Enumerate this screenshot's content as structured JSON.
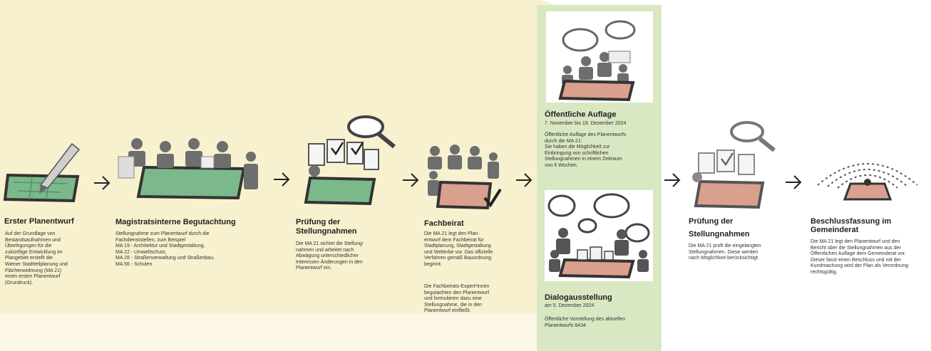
{
  "steps": [
    {
      "title": "Erster Planentwurf",
      "text": "Auf der Grundlage von\nBestandsaufnahmen und\nÜberlegungen für die\nzukünftige Entwicklung im\nPlangebiet erstellt die\nWiener Stadtteilplanung und\nFlächenwidmung (MA 21)\neinen ersten Planentwurf\n(Grundruck)."
    },
    {
      "title": "Magistratsinterne Begutachtung",
      "text": "Stellungnahme zum Planentwurf durch die\nFachdienststellen, zum Beispiel\nMA 19 - Architektur und Stadtgestaltung,\nMA 22 - Umweltschutz,\nMA 28 - Straßenverwaltung und Straßenbau,\nMA 56 - Schulen"
    },
    {
      "title_line1": "Prüfung der",
      "title_line2": "Stellungnahmen",
      "text": "Die MA 21 sichtet die Stellung-\nnahmen und arbeitet nach\nAbwägung unterschiedlicher\nInteressen Änderungen in den\nPlanentwurf ein."
    },
    {
      "title": "Fachbeirat",
      "text": "Die MA 21 legt den Plan-\nentwurf dem Fachbeirat für\nStadtplanung, Stadtgestaltung\nund Welterbe vor. Das offizielle\nVerfahren gemäß Bauordnung\nbeginnt.",
      "text2": "Die Fachbeirats-Expert*innen\nbegutachten den Planentwurf\nund formulieren dazu eine\nStellungnahme, die in den\nPlanentwurf einfließt."
    },
    {
      "title": "Öffentliche Auflage",
      "date": "7. November bis 19. Dezember 2024",
      "text": "Öffentliche Auflage des Planentwurfs\ndurch die MA 21:\nSie haben die Möglichkeit zur\nEinbringung von schriftlichen\nStellungnahmen in einem Zeitraum\nvon 6 Wochen."
    },
    {
      "title": "Dialogausstellung",
      "date": "am 5. Dezember 2024",
      "text": "Öffentliche Vorstellung des aktuellen\nPlanentwurfs 8434"
    },
    {
      "title_line1": "Prüfung der",
      "title_line2": "Stellungnahmen",
      "text": "Die MA 21 prüft die eingelangten\nStellungnahmen. Diese werden\nnach Möglichkeit berücksichtigt."
    },
    {
      "title_line1": "Beschlussfassung im",
      "title_line2": "Gemeinderat",
      "text": "Die MA 21 legt den Planentwurf und den\nBericht über die Stellungnahmen aus der\nÖffentlichen Auflage dem Gemeinderat vor.\nDieser fasst einen Beschluss und mit der\nKundmachung wird der Plan als Verordnung\nrechtsgültig."
    }
  ],
  "colors": {
    "background_yellow": "#f8f1cf",
    "highlight_green": "#d9e8c2",
    "map_green": "#7bb88a",
    "map_pink": "#d9a08e",
    "icon_gray": "#6e6e6e"
  },
  "icons": [
    "pencil-on-map",
    "officials-at-map",
    "documents-magnifier",
    "advisory-board",
    "public-display",
    "dialogue-exhibition",
    "documents-review",
    "council-session"
  ]
}
